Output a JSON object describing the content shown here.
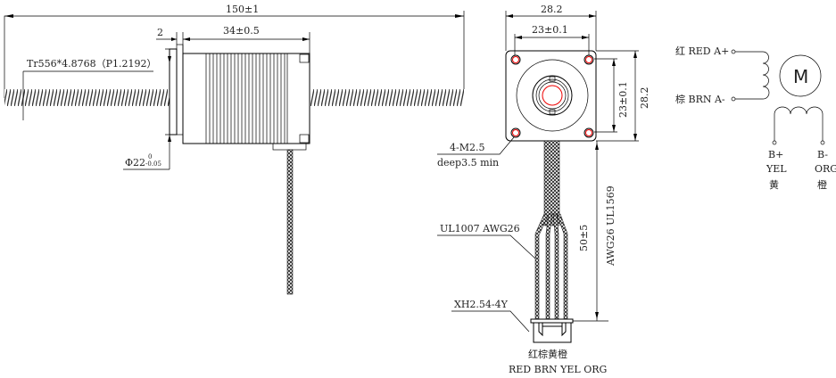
{
  "side_view": {
    "overall_length": "150±1",
    "flange_thickness": "2",
    "body_length": "34±0.5",
    "thread_spec": "Tr556*4.8768（P1.2192）",
    "pilot_diameter": "Φ22",
    "pilot_tol_upper": "0",
    "pilot_tol_lower": "-0.05"
  },
  "front_view": {
    "width": "28.2",
    "hole_spacing_h": "23±0.1",
    "hole_spacing_v": "23±0.1",
    "height": "28.2",
    "hole_spec": "4-M2.5",
    "hole_depth": "deep3.5 min",
    "wire_spec": "UL1007 AWG26",
    "lead_length": "50±5",
    "cable_spec": "AWG26 UL1569",
    "connector": "XH2.54-4Y",
    "pin_colors_cn": "红棕黄橙",
    "pin_colors_en": "RED BRN YEL ORG"
  },
  "wiring": {
    "a_plus": "红 RED A+",
    "a_minus": "棕 BRN A-",
    "motor_symbol": "M",
    "b_plus": "B+",
    "b_plus_color": "YEL",
    "b_plus_cn": "黄",
    "b_minus": "B-",
    "b_minus_color": "ORG",
    "b_minus_cn": "橙"
  },
  "colors": {
    "line": "#000000",
    "hole_highlight": "#e00000"
  }
}
